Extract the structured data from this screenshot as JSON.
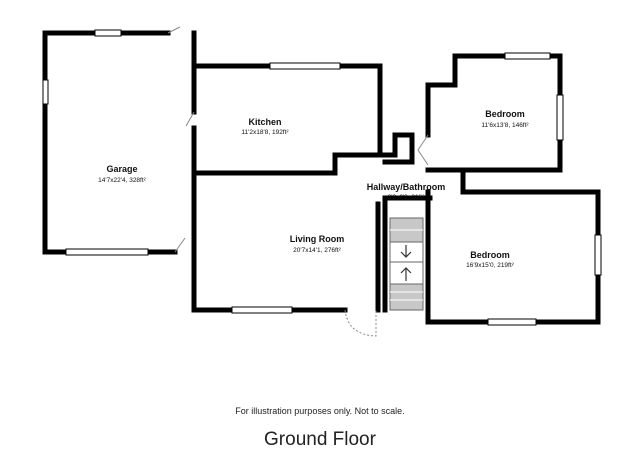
{
  "rooms": {
    "garage": {
      "name": "Garage",
      "dims": "14'7x22'4, 328ft²"
    },
    "kitchen": {
      "name": "Kitchen",
      "dims": "11'2x18'8, 192ft²"
    },
    "bedroom1": {
      "name": "Bedroom",
      "dims": "11'6x13'8, 146ft²"
    },
    "hallway": {
      "name": "Hallway/Bathroom",
      "dims": "3'3x6'8, 21ft²"
    },
    "living": {
      "name": "Living Room",
      "dims": "20'7x14'1, 276ft²"
    },
    "bedroom2": {
      "name": "Bedroom",
      "dims": "16'9x15'0, 219ft²"
    }
  },
  "footer": {
    "disclaimer": "For illustration purposes only. Not to scale.",
    "floor_title": "Ground Floor"
  },
  "colors": {
    "wall": "#000000",
    "window": "#ffffff",
    "stairs": "#c8c8c8",
    "door_swing": "#888888"
  },
  "icons": {
    "stairs_down": "arrow-down-icon",
    "stairs_up": "arrow-up-icon"
  }
}
